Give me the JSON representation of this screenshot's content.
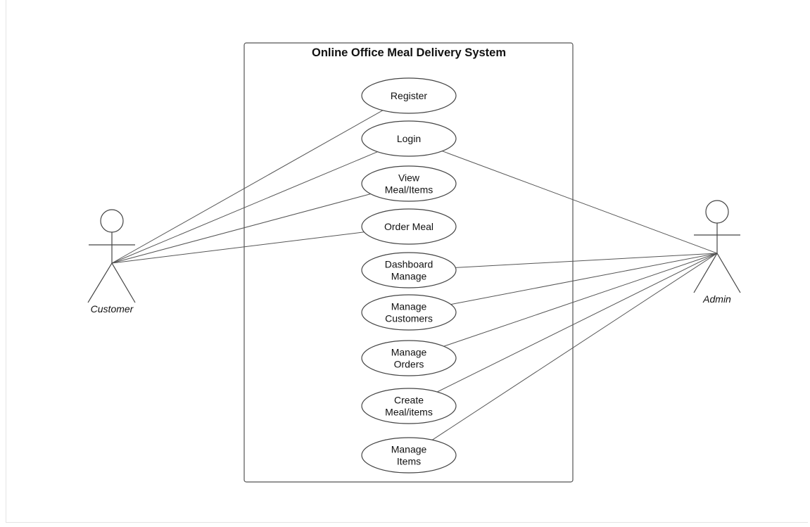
{
  "system": {
    "title": "Online Office Meal Delivery System",
    "use_cases": [
      {
        "id": "register",
        "lines": [
          "Register"
        ]
      },
      {
        "id": "login",
        "lines": [
          "Login"
        ]
      },
      {
        "id": "view-meal-items",
        "lines": [
          "View",
          "Meal/Items"
        ]
      },
      {
        "id": "order-meal",
        "lines": [
          "Order Meal"
        ]
      },
      {
        "id": "dashboard-manage",
        "lines": [
          "Dashboard",
          "Manage"
        ]
      },
      {
        "id": "manage-customers",
        "lines": [
          "Manage",
          "Customers"
        ]
      },
      {
        "id": "manage-orders",
        "lines": [
          "Manage",
          "Orders"
        ]
      },
      {
        "id": "create-meal-items",
        "lines": [
          "Create",
          "Meal/items"
        ]
      },
      {
        "id": "manage-items",
        "lines": [
          "Manage",
          "Items"
        ]
      }
    ]
  },
  "actors": [
    {
      "id": "customer",
      "label": "Customer"
    },
    {
      "id": "admin",
      "label": "Admin"
    }
  ],
  "associations": [
    {
      "actor": "customer",
      "use_case": "register"
    },
    {
      "actor": "customer",
      "use_case": "login"
    },
    {
      "actor": "customer",
      "use_case": "view-meal-items"
    },
    {
      "actor": "customer",
      "use_case": "order-meal"
    },
    {
      "actor": "admin",
      "use_case": "login"
    },
    {
      "actor": "admin",
      "use_case": "dashboard-manage"
    },
    {
      "actor": "admin",
      "use_case": "manage-customers"
    },
    {
      "actor": "admin",
      "use_case": "manage-orders"
    },
    {
      "actor": "admin",
      "use_case": "create-meal-items"
    },
    {
      "actor": "admin",
      "use_case": "manage-items"
    }
  ]
}
